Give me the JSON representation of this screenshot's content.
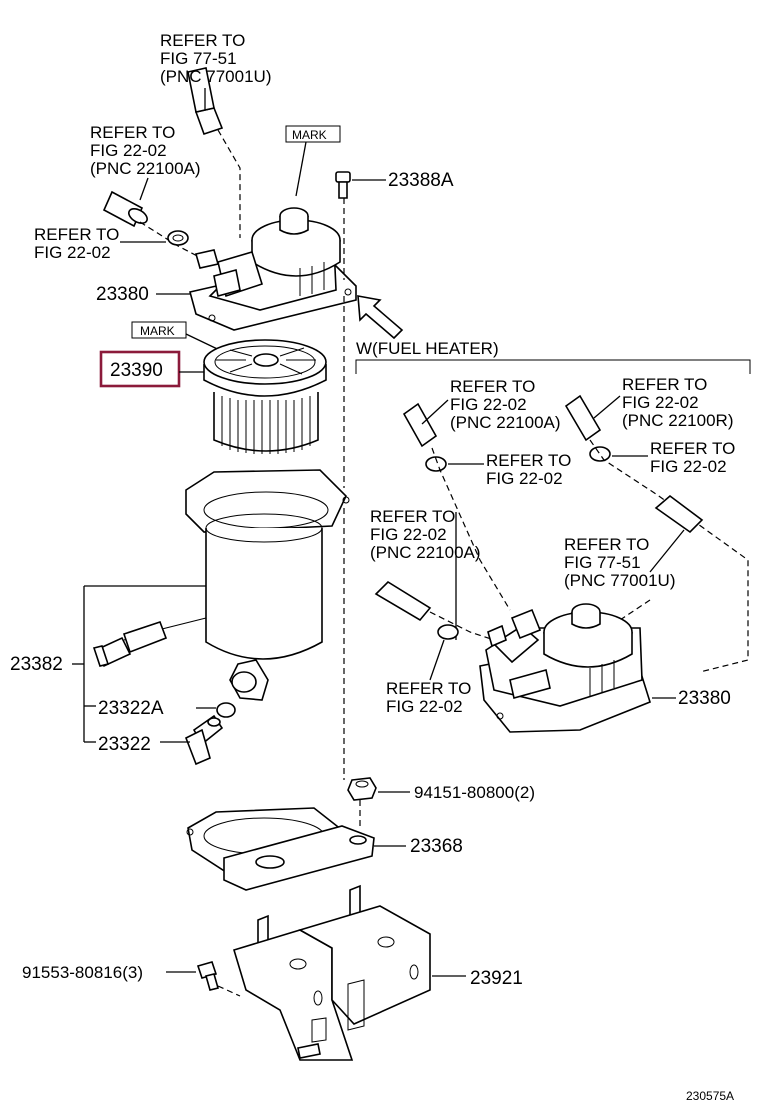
{
  "callouts": {
    "ref_hose_top": [
      "REFER TO",
      "FIG 77-51",
      "(PNC 77001U)"
    ],
    "ref_hose_left": [
      "REFER TO",
      "FIG 22-02",
      "(PNC 22100A)"
    ],
    "ref_clamp_left": [
      "REFER TO",
      "FIG 22-02"
    ],
    "ref_heater_hose_a": [
      "REFER TO",
      "FIG 22-02",
      "(PNC 22100A)"
    ],
    "ref_heater_hose_r": [
      "REFER TO",
      "FIG 22-02",
      "(PNC 22100R)"
    ],
    "ref_heater_clamp_mid": [
      "REFER TO",
      "FIG 22-02"
    ],
    "ref_heater_clamp_right": [
      "REFER TO",
      "FIG 22-02"
    ],
    "ref_heater_hose_left": [
      "REFER TO",
      "FIG 22-02",
      "(PNC 22100A)"
    ],
    "ref_heater_hose_77": [
      "REFER TO",
      "FIG 77-51",
      "(PNC 77001U)"
    ],
    "ref_heater_clamp_bottom": [
      "REFER TO",
      "FIG 22-02"
    ]
  },
  "parts": {
    "p23388a": "23388A",
    "p23380": "23380",
    "p23390": "23390",
    "p23382": "23382",
    "p23322a": "23322A",
    "p23322": "23322",
    "p94151": "94151-80800(2)",
    "p23368": "23368",
    "p91553": "91553-80816(3)",
    "p23921": "23921",
    "p23380_heater": "23380"
  },
  "marks": {
    "mark_top": "MARK",
    "mark_filter": "MARK"
  },
  "section_label": "W(FUEL HEATER)",
  "figure_code": "230575A",
  "highlight_color": "#8b1a3a"
}
